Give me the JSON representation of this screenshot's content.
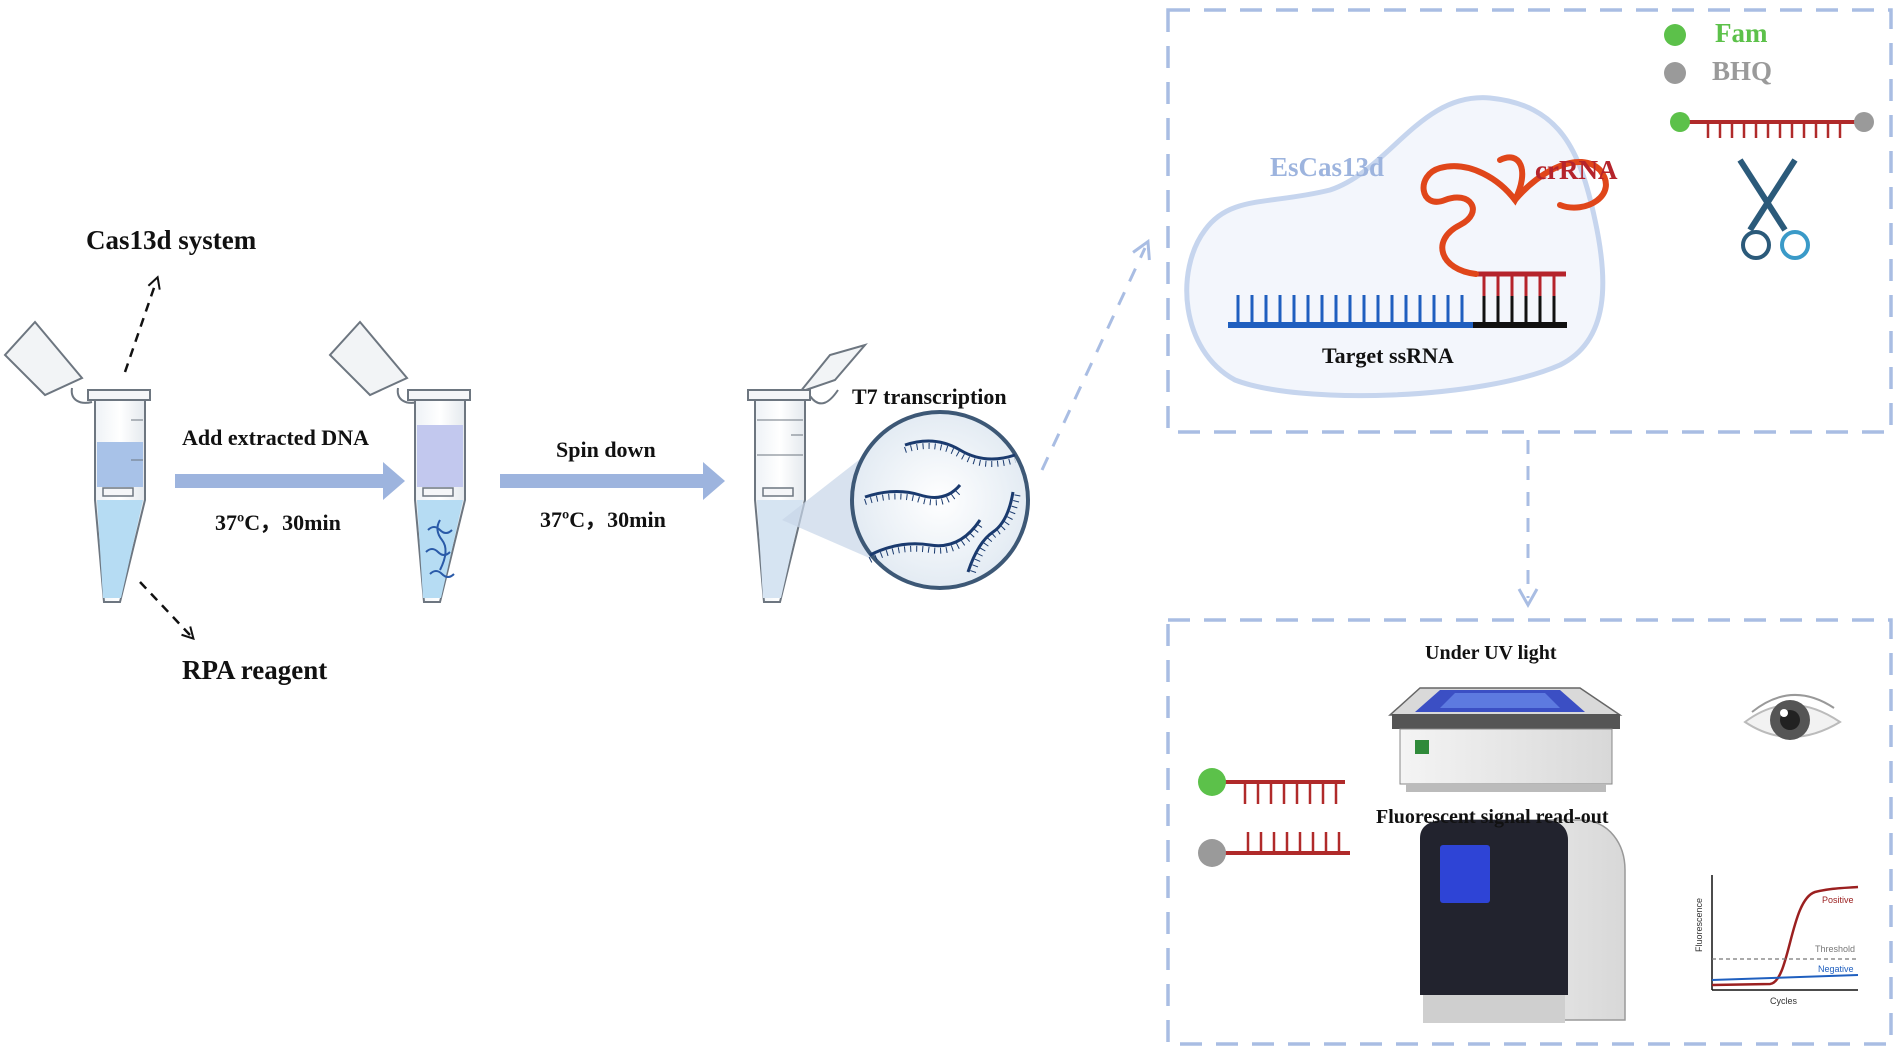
{
  "labels": {
    "cas13d_system": "Cas13d system",
    "rpa_reagent": "RPA reagent",
    "add_extracted_dna": "Add extracted DNA",
    "step1_condition": "37ºC，30min",
    "spin_down": "Spin down",
    "step2_condition": "37ºC，30min",
    "t7_transcription": "T7 transcription",
    "escas13d": "EsCas13d",
    "crrna": "crRNA",
    "target_ssrna": "Target ssRNA",
    "fam": "Fam",
    "bhq": "BHQ",
    "under_uv_light": "Under UV light",
    "fluorescent_readout": "Fluorescent signal read-out"
  },
  "mini_chart": {
    "ylabel": "Fluorescence",
    "xlabel": "Cycles",
    "positive": "Positive",
    "threshold": "Threshold",
    "negative": "Negative"
  },
  "colors": {
    "arrow_blue": "#9db4de",
    "dash_blue": "#a9bde3",
    "liquid_blue": "#a9d2ee",
    "fam_green": "#5cc14a",
    "bhq_gray": "#9a9a9a",
    "crrna_red": "#b5242c",
    "escas13d_blue": "#9db4de",
    "reporter_red": "#b02a2a",
    "ssrna_blue": "#1f5fbf",
    "loop_orange": "#e0461a"
  }
}
